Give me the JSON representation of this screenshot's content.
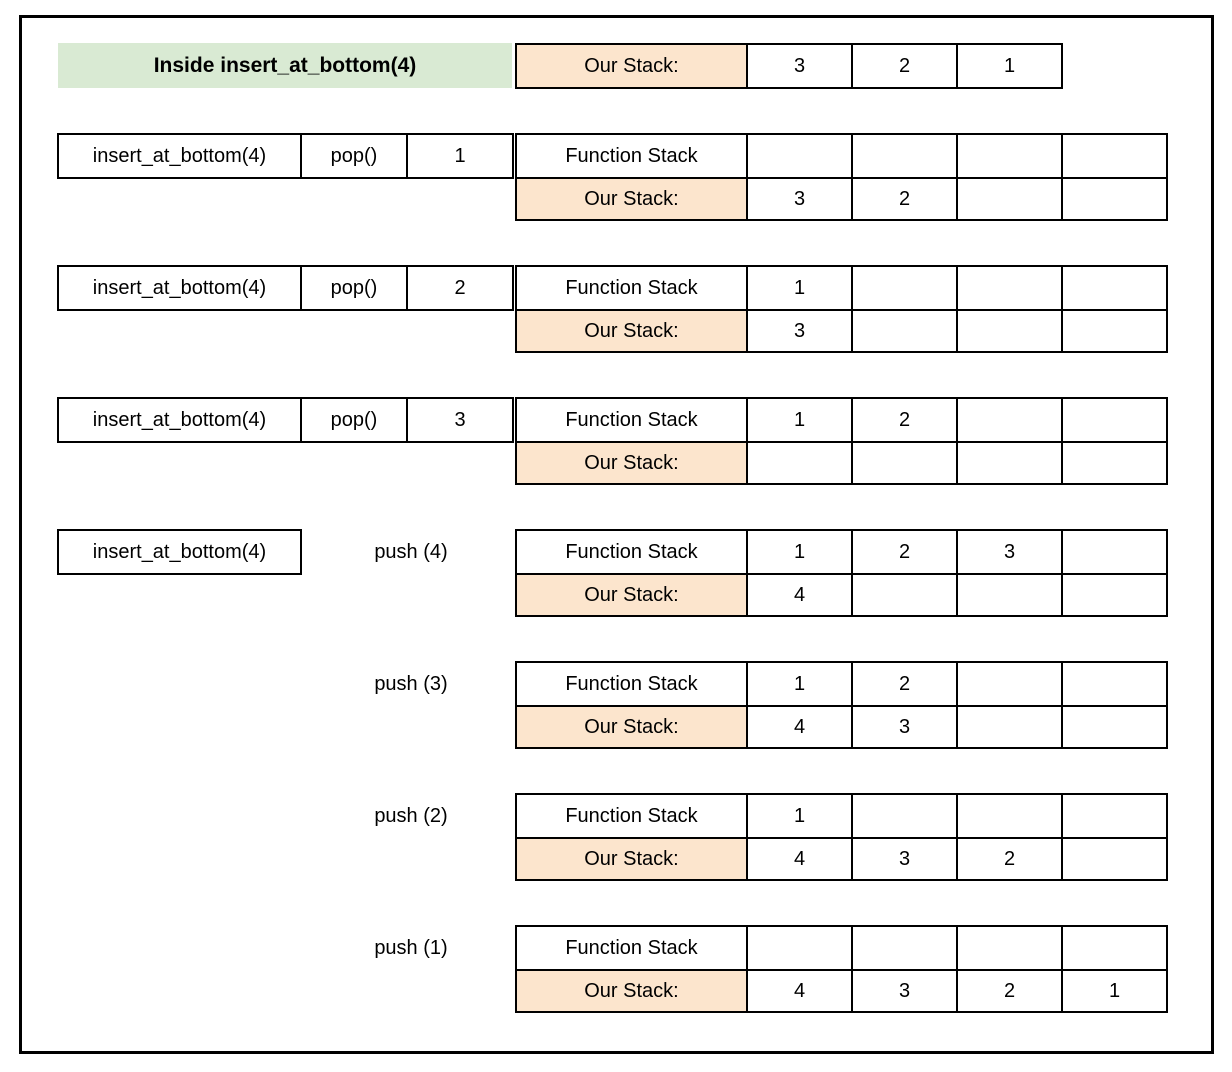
{
  "colors": {
    "green": "#d9ead3",
    "orange": "#fce5cd",
    "border": "#000000",
    "text": "#000000",
    "background": "#ffffff"
  },
  "header": {
    "title": "Inside insert_at_bottom(4)",
    "stack_label": "Our Stack:",
    "cells": [
      "3",
      "2",
      "1"
    ]
  },
  "labels": {
    "function_stack": "Function Stack",
    "our_stack": "Our Stack:"
  },
  "groups": [
    {
      "call": "insert_at_bottom(4)",
      "action": "pop()",
      "value": "1",
      "function_cells": [
        "",
        "",
        "",
        ""
      ],
      "stack_cells": [
        "3",
        "2",
        "",
        ""
      ]
    },
    {
      "call": "insert_at_bottom(4)",
      "action": "pop()",
      "value": "2",
      "function_cells": [
        "1",
        "",
        "",
        ""
      ],
      "stack_cells": [
        "3",
        "",
        "",
        ""
      ]
    },
    {
      "call": "insert_at_bottom(4)",
      "action": "pop()",
      "value": "3",
      "function_cells": [
        "1",
        "2",
        "",
        ""
      ],
      "stack_cells": [
        "",
        "",
        "",
        ""
      ]
    },
    {
      "call": "insert_at_bottom(4)",
      "push_label": "push (4)",
      "function_cells": [
        "1",
        "2",
        "3",
        ""
      ],
      "stack_cells": [
        "4",
        "",
        "",
        ""
      ]
    },
    {
      "push_label": "push (3)",
      "function_cells": [
        "1",
        "2",
        "",
        ""
      ],
      "stack_cells": [
        "4",
        "3",
        "",
        ""
      ]
    },
    {
      "push_label": "push (2)",
      "function_cells": [
        "1",
        "",
        "",
        ""
      ],
      "stack_cells": [
        "4",
        "3",
        "2",
        ""
      ]
    },
    {
      "push_label": "push (1)",
      "function_cells": [
        "",
        "",
        "",
        ""
      ],
      "stack_cells": [
        "4",
        "3",
        "2",
        "1"
      ]
    }
  ]
}
